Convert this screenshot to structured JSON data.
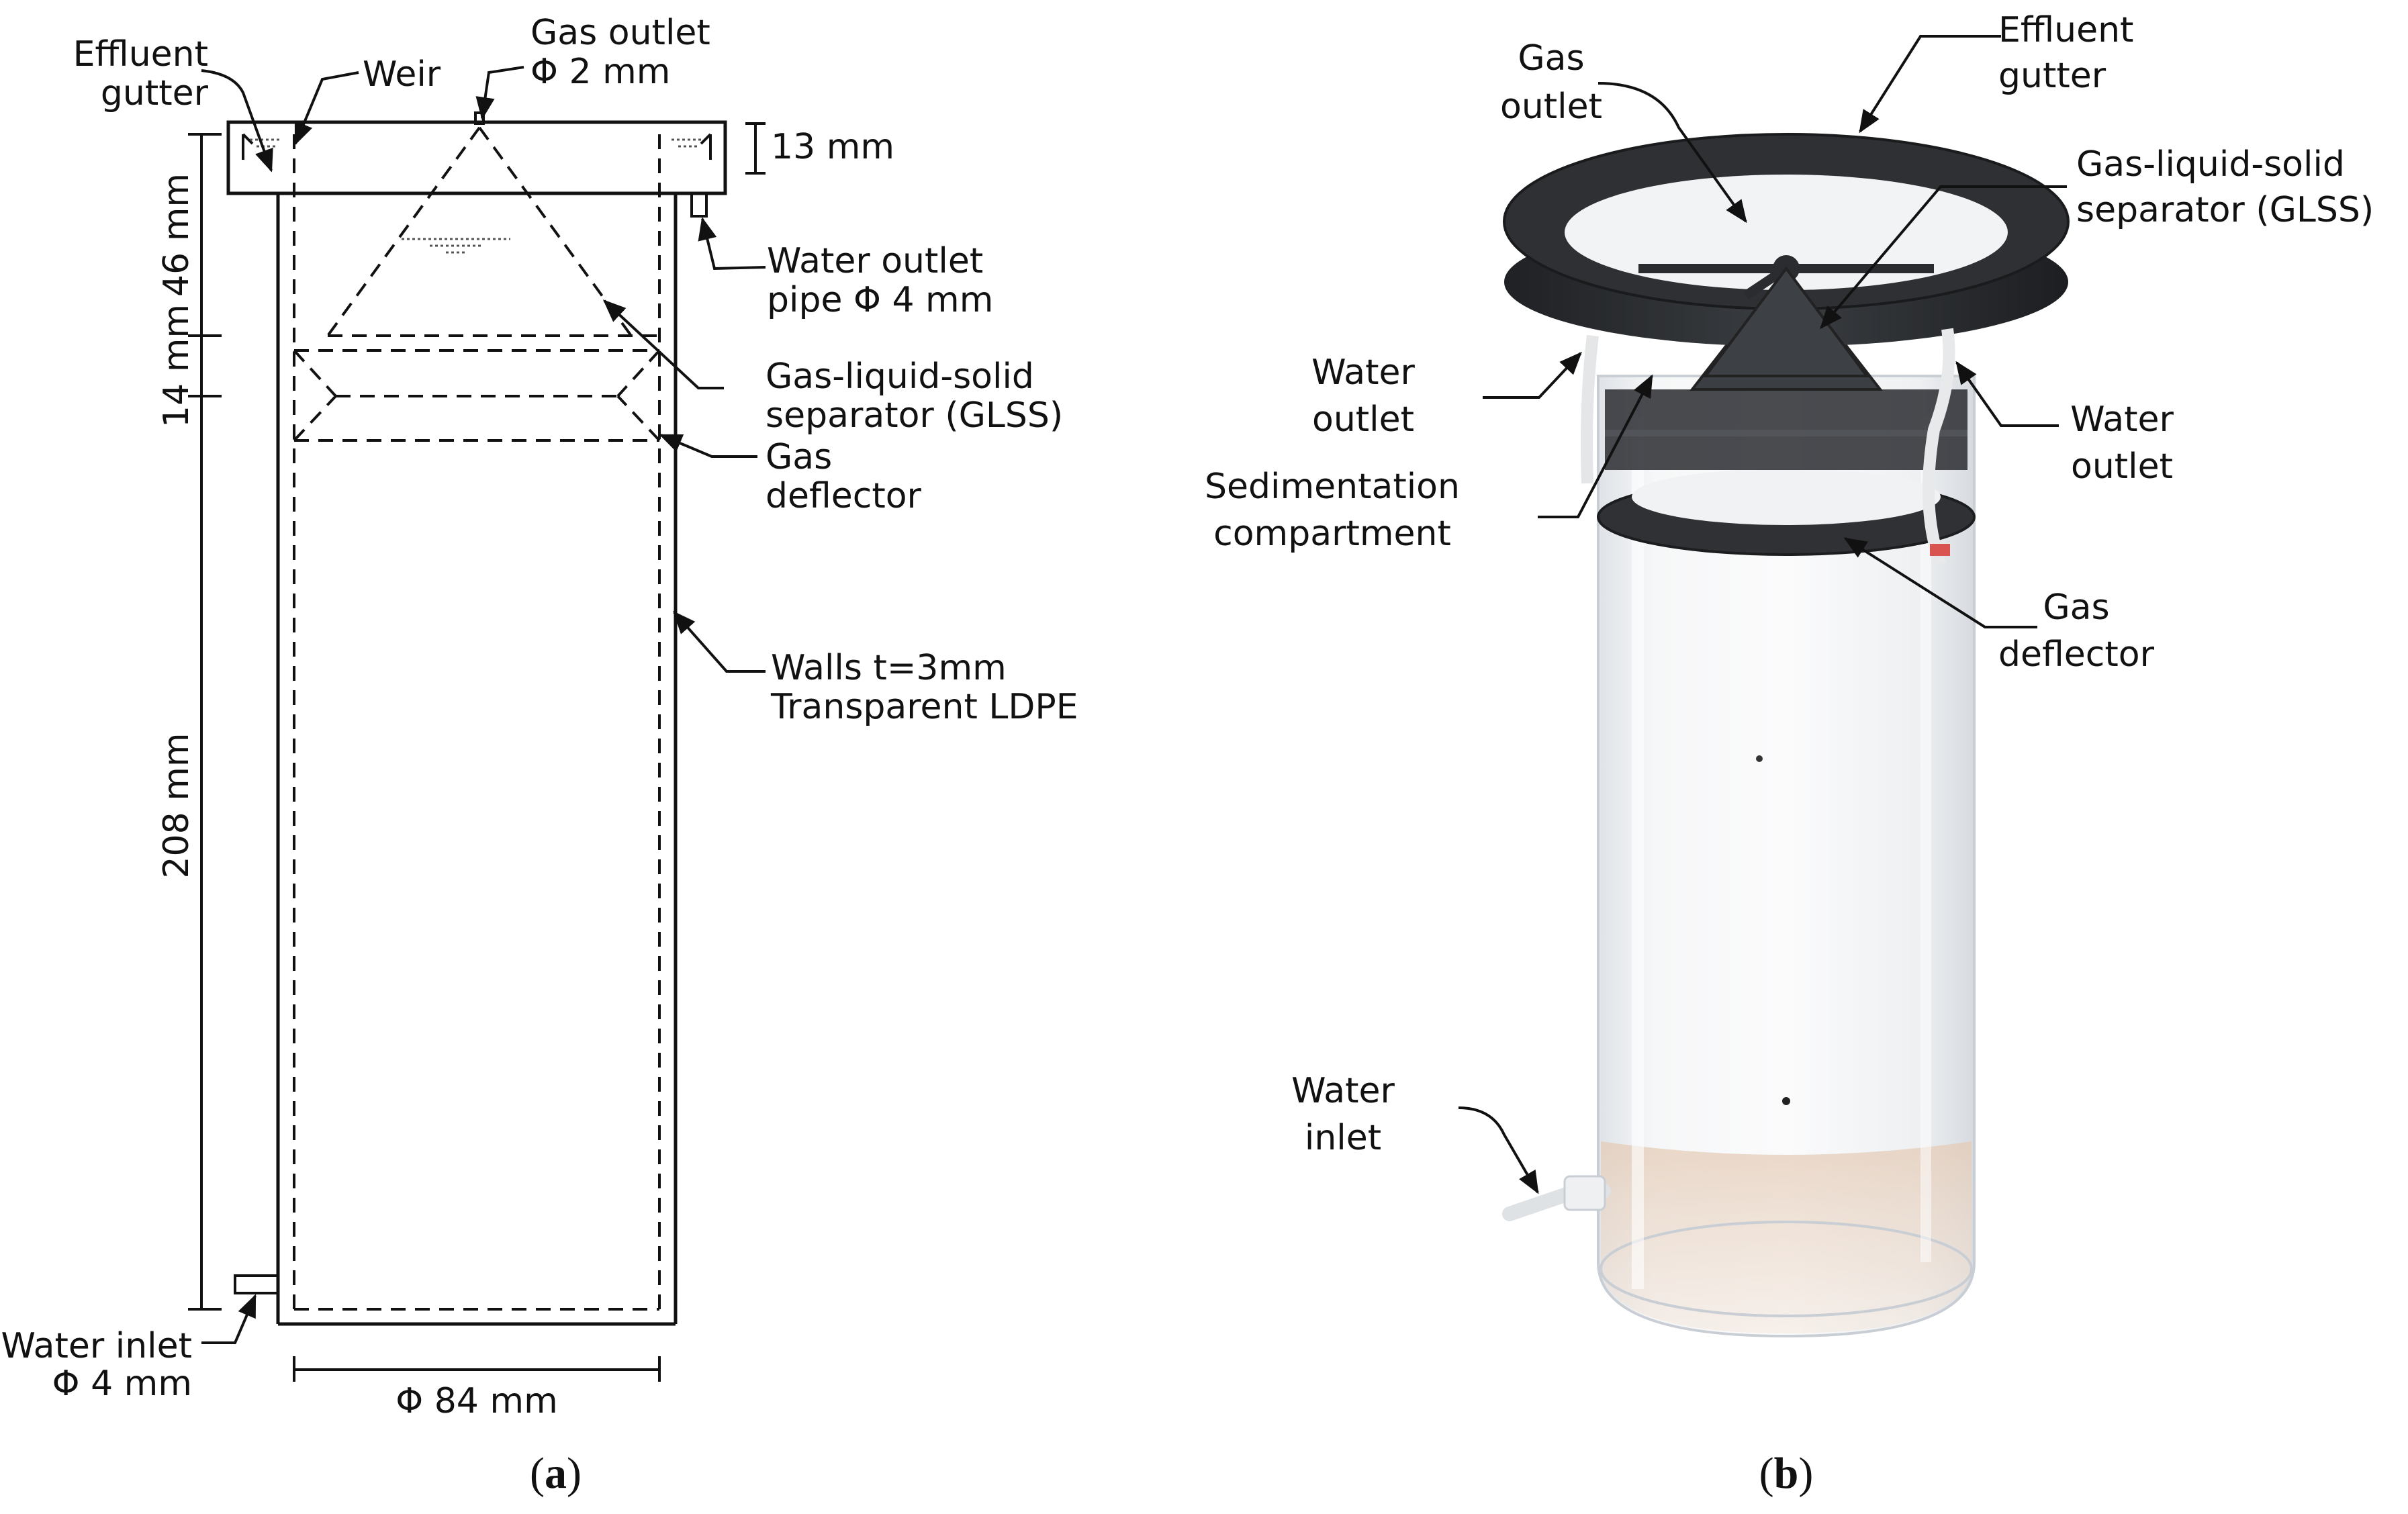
{
  "panel_a": {
    "effluent_gutter": [
      "Effluent",
      "gutter"
    ],
    "weir": "Weir",
    "gas_outlet": [
      "Gas outlet",
      "Φ 2 mm"
    ],
    "dim_13": "13 mm",
    "water_outlet_pipe": [
      "Water outlet",
      "pipe Φ 4 mm"
    ],
    "dim_46": "46 mm",
    "dim_14": "14 mm",
    "glss": [
      "Gas-liquid-solid",
      "separator (GLSS)"
    ],
    "gas_deflector": [
      "Gas",
      "deflector"
    ],
    "walls": [
      "Walls t=3mm",
      "Transparent LDPE"
    ],
    "dim_208": "208 mm",
    "water_inlet": [
      "Water inlet",
      "Φ 4 mm"
    ],
    "dim_84": "Φ 84 mm",
    "caption": {
      "open": "(",
      "letter": "a",
      "close": ")"
    }
  },
  "panel_b": {
    "gas_outlet": [
      "Gas",
      "outlet"
    ],
    "effluent_gutter": [
      "Effluent",
      "gutter"
    ],
    "glss": [
      "Gas-liquid-solid",
      "separator (GLSS)"
    ],
    "water_outlet_left": [
      "Water",
      "outlet"
    ],
    "water_outlet_right": [
      "Water",
      "outlet"
    ],
    "sedimentation": [
      "Sedimentation",
      "compartment"
    ],
    "gas_deflector": [
      "Gas",
      "deflector"
    ],
    "water_inlet": [
      "Water",
      "inlet"
    ],
    "caption": {
      "open": "(",
      "letter": "b",
      "close": ")"
    }
  },
  "colors": {
    "ink": "#111111",
    "lid": "#2b2d30",
    "cylinder": "#eef1f4",
    "liquid": "#e9d8c8"
  }
}
